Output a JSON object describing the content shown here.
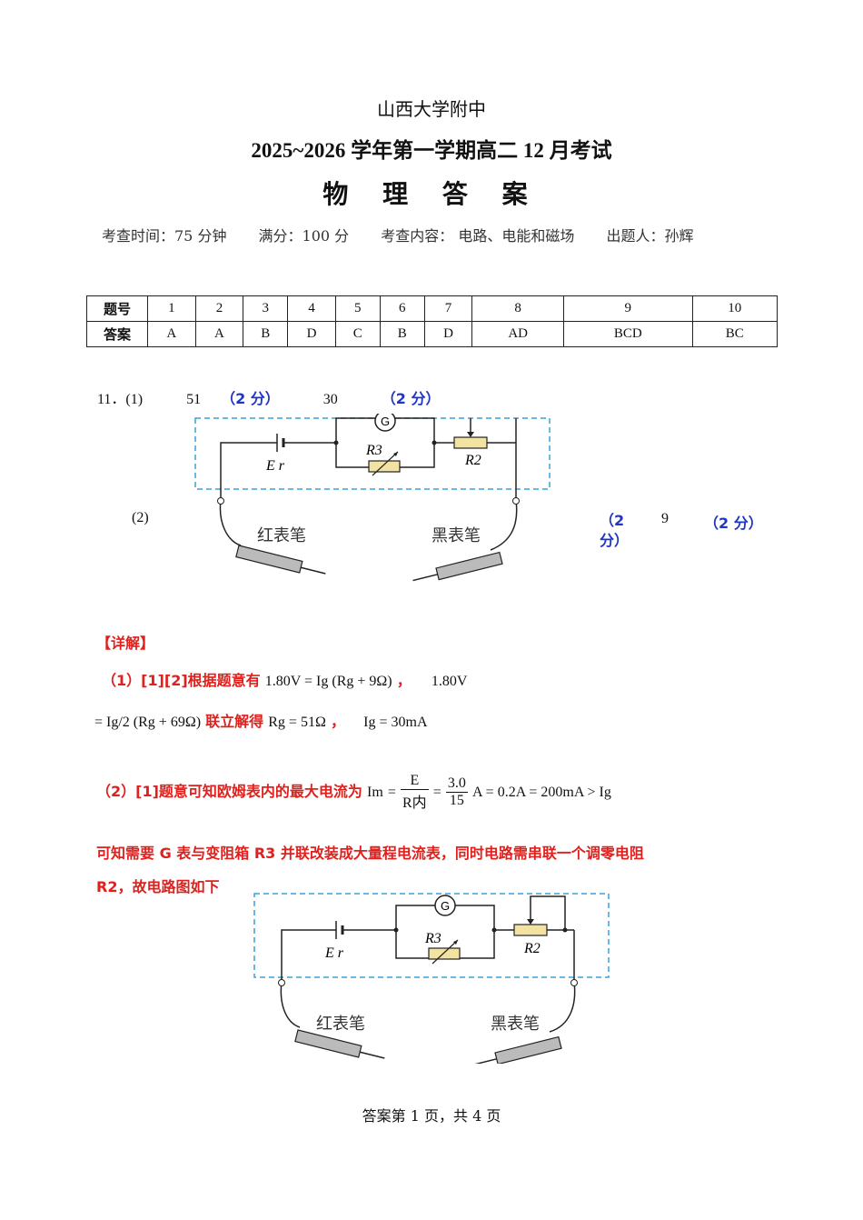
{
  "header": {
    "school": "山西大学附中",
    "exam_title": "2025~2026 学年第一学期高二 12 月考试",
    "subject": "物 理 答 案",
    "meta": {
      "time": "考查时间：75 分钟",
      "full_score": "满分：100 分",
      "content": "考查内容： 电路、电能和磁场",
      "author": "出题人：孙辉"
    }
  },
  "answer_table": {
    "row_header_num": "题号",
    "row_header_ans": "答案",
    "numbers": [
      "1",
      "2",
      "3",
      "4",
      "5",
      "6",
      "7",
      "8",
      "9",
      "10"
    ],
    "answers": [
      "A",
      "A",
      "B",
      "D",
      "C",
      "B",
      "D",
      "AD",
      "BCD",
      "BC"
    ]
  },
  "q11": {
    "label": "11．(1)",
    "ans1": "51",
    "score1": "（2 分）",
    "ans2": "30",
    "score2": "（2 分）",
    "part2_label": "(2)",
    "score3_line1": "（2",
    "score3_line2": "分）",
    "ans3": "9",
    "score4": "（2 分）"
  },
  "circuit": {
    "galvanometer": "G",
    "battery": "E r",
    "r3": "R3",
    "r2": "R2",
    "red_probe": "红表笔",
    "black_probe": "黑表笔"
  },
  "detail": {
    "title": "【详解】",
    "l1_prefix": "（1）[1][2]根据题意有",
    "l1_eq1": "1.80V = Ig (Rg + 9Ω)",
    "l1_comma": "，",
    "l1_eq2": "1.80V",
    "l2_eq": "= Ig/2 (Rg + 69Ω)",
    "l2_text": "联立解得",
    "l2_r": "Rg = 51Ω",
    "l2_comma": "，",
    "l2_i": "Ig = 30mA",
    "l3_prefix": "（2）[1]题意可知欧姆表内的最大电流为",
    "l3_im": "Im",
    "l3_frac1_num": "E",
    "l3_frac1_den": "R内",
    "l3_frac2_num": "3.0",
    "l3_frac2_den": "15",
    "l3_tail": "A = 0.2A = 200mA > Ig",
    "l4": "可知需要  G 表与变阻箱  R3 并联改装成大量程电流表，同时电路需串联一个调零电阻",
    "l5": "R2，故电路图如下"
  },
  "footer": "答案第  1 页，共  4 页"
}
